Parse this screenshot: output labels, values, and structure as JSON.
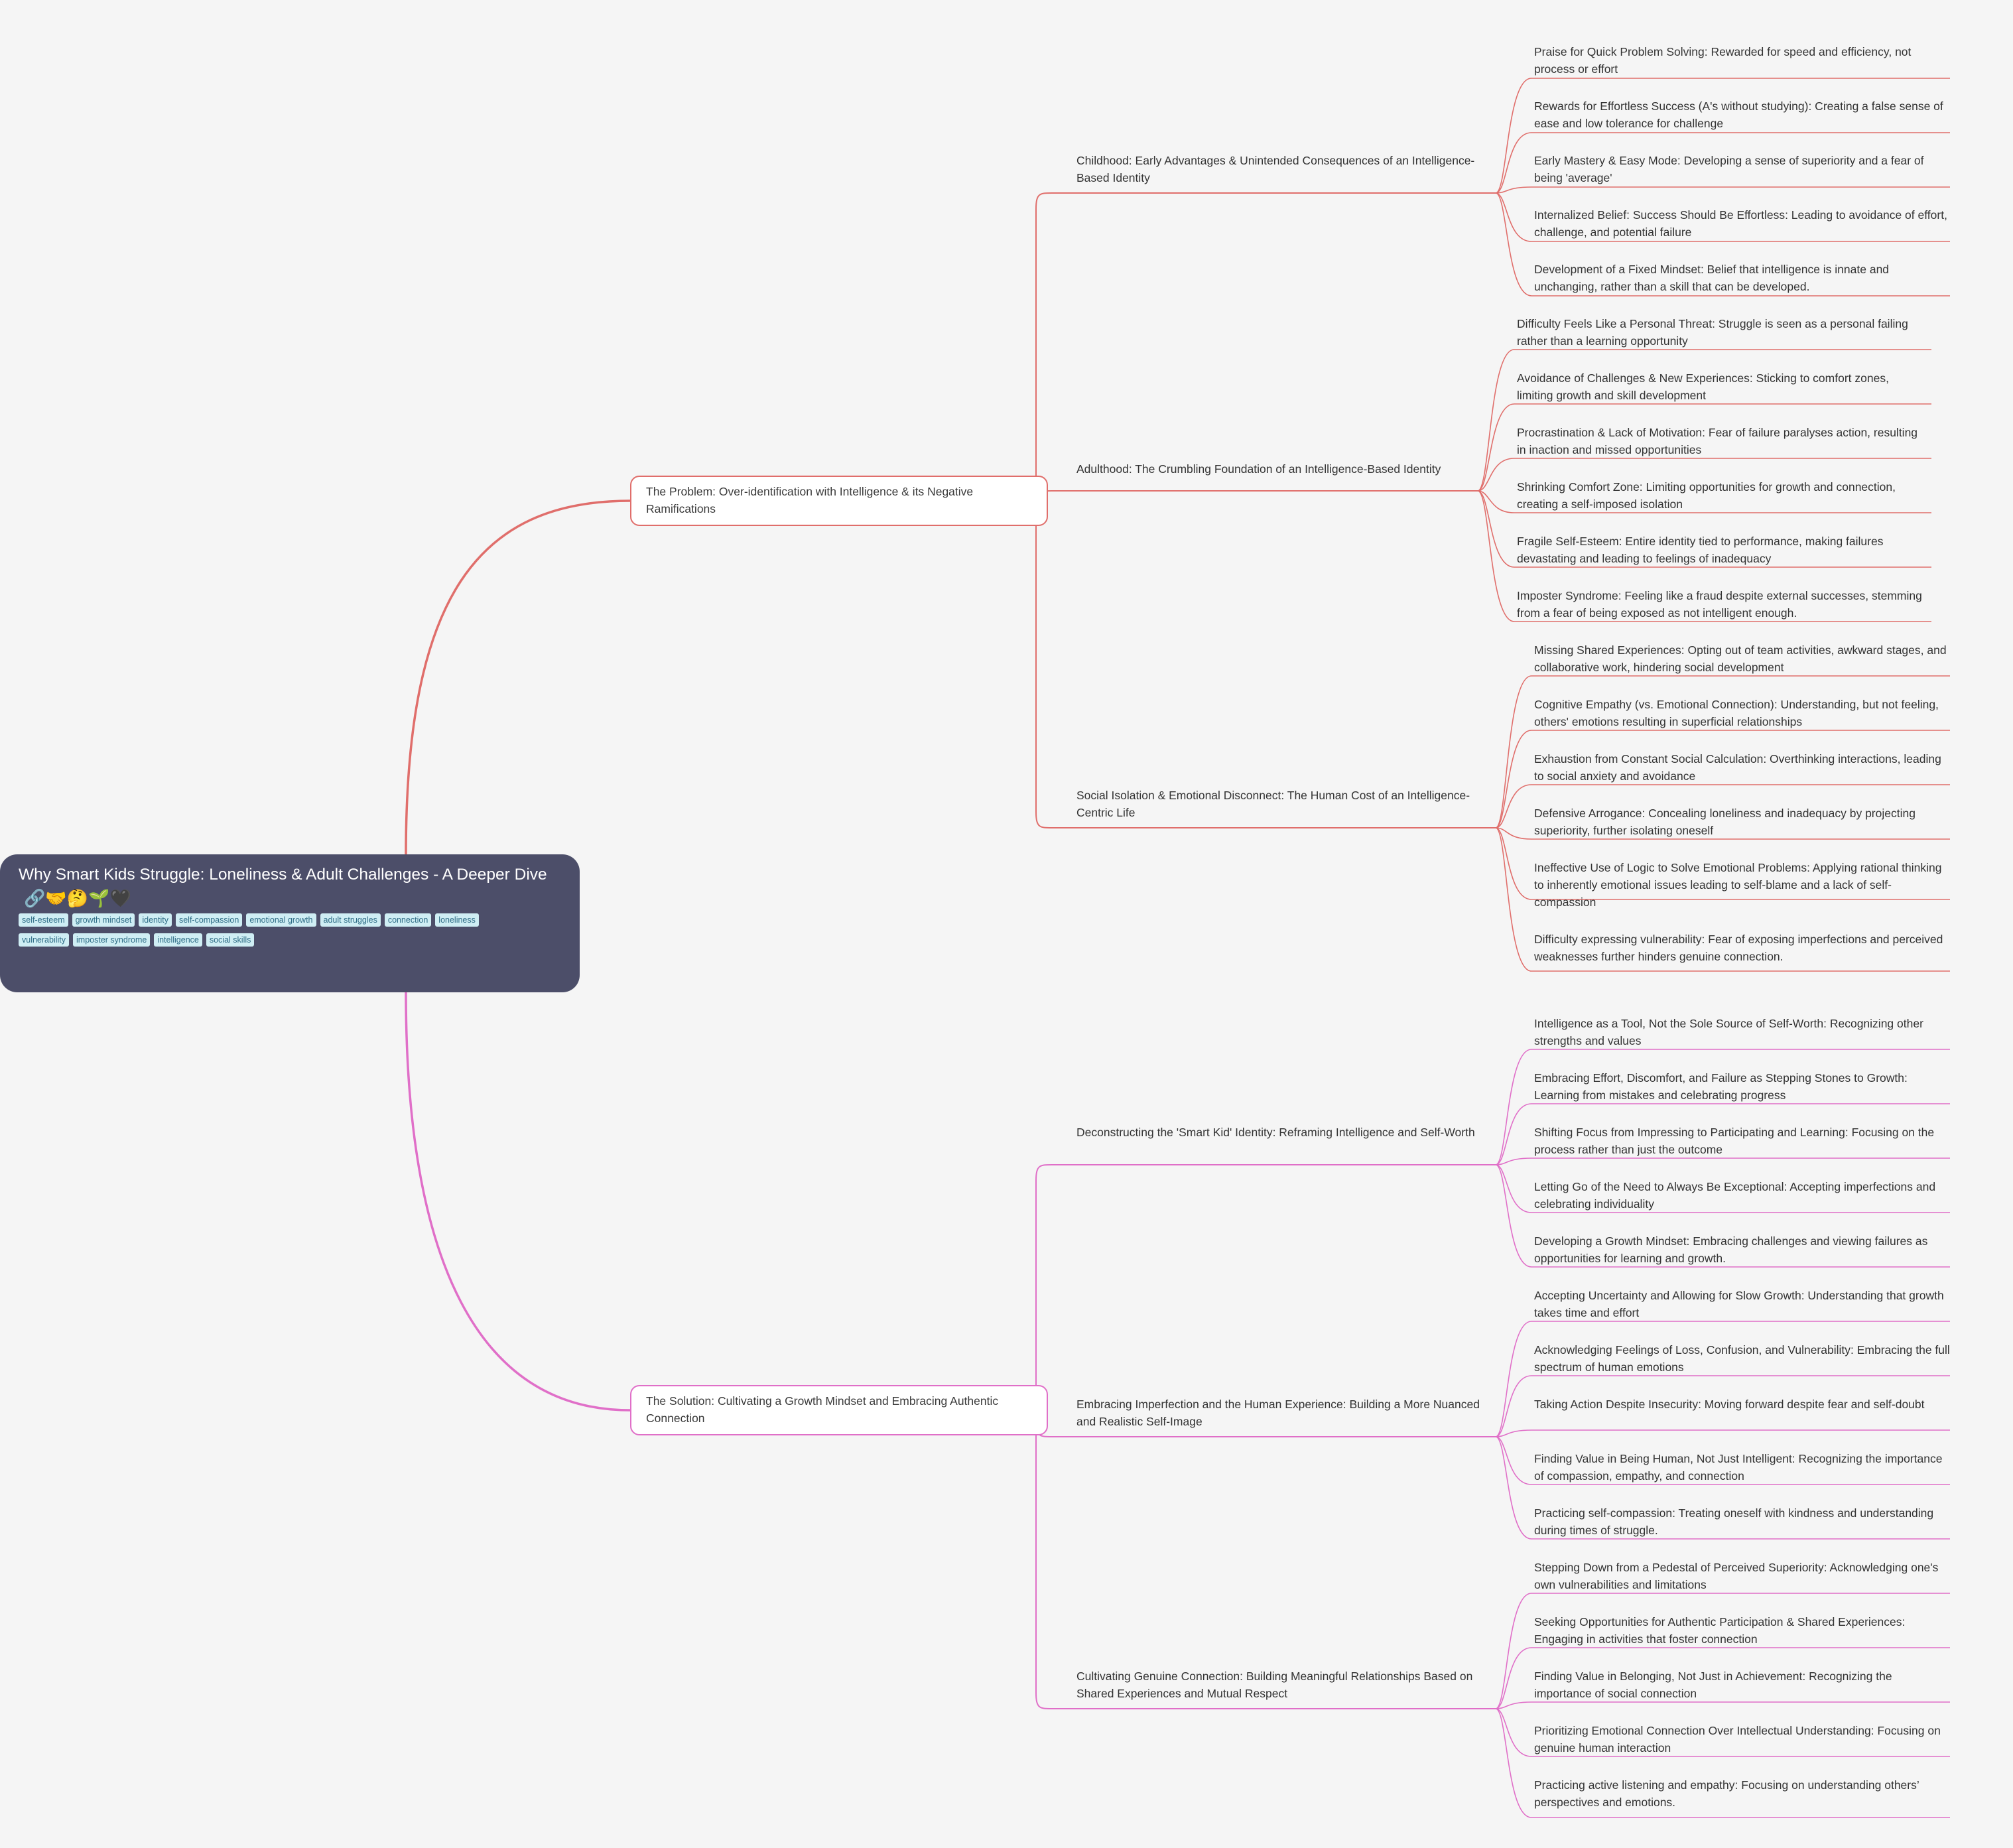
{
  "root": {
    "title": "Why Smart Kids Struggle: Loneliness & Adult Challenges - A Deeper Dive",
    "emojis": "🔗🤝🤔🌱🖤",
    "tags": [
      "self-esteem",
      "growth mindset",
      "identity",
      "self-compassion",
      "emotional growth",
      "adult struggles",
      "connection",
      "loneliness",
      "vulnerability",
      "imposter syndrome",
      "intelligence",
      "social skills"
    ]
  },
  "colors": {
    "problem_branch": "#e06e6b",
    "solution_branch": "#e06fc8",
    "root_bg": "#4c4e69",
    "tag_bg": "#cfeef4",
    "background": "#f5f5f5"
  },
  "sections": [
    {
      "title": "The Problem: Over-identification with Intelligence & its Negative Ramifications",
      "topics": [
        {
          "title": "Childhood: Early Advantages & Unintended Consequences of an Intelligence-Based Identity",
          "children": [
            "Praise for Quick Problem Solving: Rewarded for speed and efficiency, not process or effort",
            "Rewards for Effortless Success (A's without studying):  Creating a false sense of ease and low tolerance for challenge",
            "Early Mastery & Easy Mode: Developing a sense of superiority and a fear of being 'average'",
            "Internalized Belief: Success Should Be Effortless:  Leading to avoidance of effort, challenge, and potential failure",
            "Development of a Fixed Mindset: Belief that intelligence is innate and unchanging, rather than a skill that can be developed."
          ]
        },
        {
          "title": "Adulthood: The Crumbling Foundation of an Intelligence-Based Identity",
          "children": [
            "Difficulty Feels Like a Personal Threat:  Struggle is seen as a personal failing rather than a learning opportunity",
            "Avoidance of Challenges & New Experiences:  Sticking to comfort zones, limiting growth and skill development",
            "Procrastination & Lack of Motivation:  Fear of failure paralyses action, resulting in inaction and missed opportunities",
            "Shrinking Comfort Zone: Limiting opportunities for growth and connection, creating a self-imposed isolation",
            "Fragile Self-Esteem:  Entire identity tied to performance, making failures devastating and leading to feelings of inadequacy",
            "Imposter Syndrome:  Feeling like a fraud despite external successes, stemming from a fear of being exposed as not intelligent enough."
          ]
        },
        {
          "title": "Social Isolation & Emotional Disconnect: The Human Cost of an Intelligence-Centric Life",
          "children": [
            "Missing Shared Experiences:  Opting out of team activities, awkward stages, and collaborative work, hindering social development",
            "Cognitive Empathy (vs. Emotional Connection): Understanding, but not feeling, others' emotions resulting in superficial relationships",
            "Exhaustion from Constant Social Calculation:  Overthinking interactions, leading to social anxiety and avoidance",
            "Defensive Arrogance:  Concealing loneliness and inadequacy by projecting superiority, further isolating oneself",
            "Ineffective Use of Logic to Solve Emotional Problems: Applying rational thinking to inherently emotional issues leading to self-blame and a lack of self-compassion",
            "Difficulty expressing vulnerability:  Fear of exposing imperfections and perceived weaknesses further hinders genuine connection."
          ]
        }
      ]
    },
    {
      "title": "The Solution: Cultivating a Growth Mindset and Embracing Authentic Connection",
      "topics": [
        {
          "title": "Deconstructing the 'Smart Kid' Identity: Reframing Intelligence and Self-Worth",
          "children": [
            "Intelligence as a Tool, Not the Sole Source of Self-Worth: Recognizing other strengths and values",
            "Embracing Effort, Discomfort, and Failure as Stepping Stones to Growth: Learning from mistakes and celebrating progress",
            "Shifting Focus from Impressing to Participating and Learning:  Focusing on the process rather than just the outcome",
            "Letting Go of the Need to Always Be Exceptional: Accepting imperfections and celebrating individuality",
            "Developing a Growth Mindset:  Embracing challenges and viewing failures as opportunities for learning and growth."
          ]
        },
        {
          "title": "Embracing Imperfection and the Human Experience:  Building a More Nuanced and Realistic Self-Image",
          "children": [
            "Accepting Uncertainty and Allowing for Slow Growth:  Understanding that growth takes time and effort",
            "Acknowledging Feelings of Loss, Confusion, and Vulnerability:  Embracing the full spectrum of human emotions",
            "Taking Action Despite Insecurity:  Moving forward despite fear and self-doubt",
            "Finding Value in Being Human, Not Just Intelligent:  Recognizing the importance of compassion, empathy, and connection",
            "Practicing self-compassion:  Treating oneself with kindness and understanding during times of struggle."
          ]
        },
        {
          "title": "Cultivating Genuine Connection:  Building Meaningful Relationships Based on Shared Experiences and Mutual Respect",
          "children": [
            "Stepping Down from a Pedestal of Perceived Superiority:  Acknowledging one's own vulnerabilities and limitations",
            "Seeking Opportunities for Authentic Participation & Shared Experiences:  Engaging in activities that foster connection",
            "Finding Value in Belonging, Not Just in Achievement:  Recognizing the importance of social connection",
            "Prioritizing Emotional Connection Over Intellectual Understanding:  Focusing on genuine human interaction",
            "Practicing active listening and empathy: Focusing on understanding others’    perspectives and emotions."
          ]
        }
      ]
    }
  ]
}
